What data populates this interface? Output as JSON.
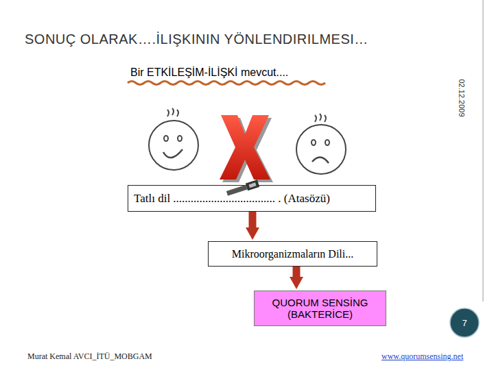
{
  "diagram": {
    "title": "SONUÇ OLARAK….İLIŞKININ YÖNLENDIRILMESI…",
    "nodes": [
      {
        "text": [
          "Tatlı dil ................................... . (Atasözü)"
        ]
      },
      {
        "text": [
          "Mikroorganizmaların Dili..."
        ]
      },
      {
        "text": [
          "QUORUM SENSİNG (BAKTERİCE)"
        ]
      },
      {
        "text": [
          "7"
        ]
      }
    ],
    "edges": [
      {
        "from": 0,
        "to": 1,
        "arrow": "to"
      },
      {
        "from": 1,
        "to": 2,
        "arrow": "to"
      }
    ],
    "labels": [
      "Bir ETKİLEŞİM-İLİŞKİ mevcut....",
      "02.12.2009",
      "Murat Kemal AVCI_İTÜ_MOBGAM",
      "www.quorumsensing.net"
    ]
  }
}
